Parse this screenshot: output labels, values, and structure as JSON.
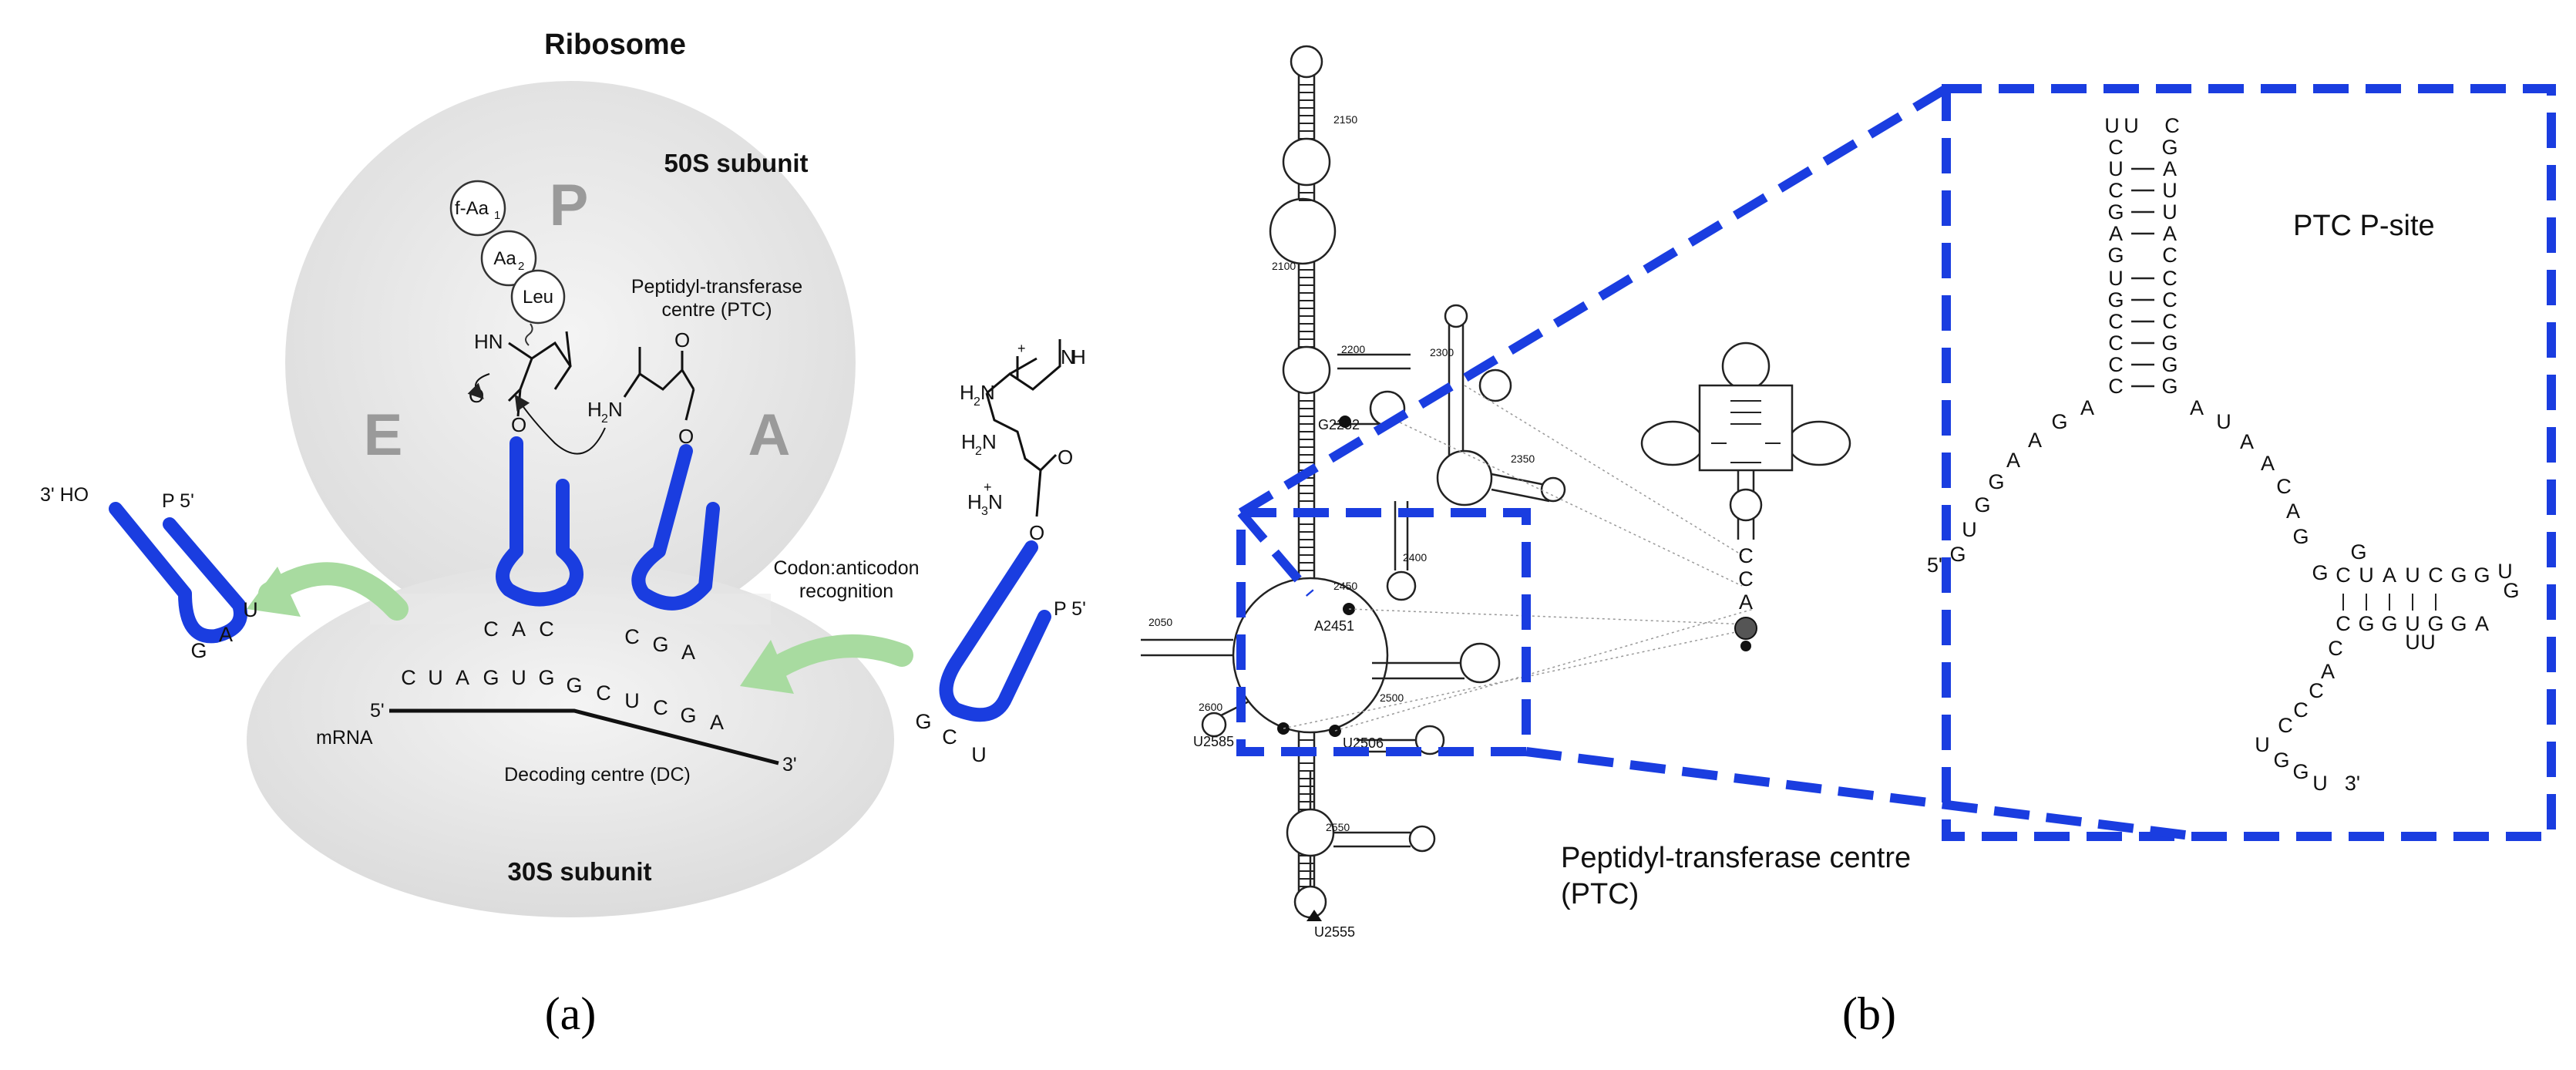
{
  "panel_a": {
    "title": "Ribosome",
    "large_subunit": "50S subunit",
    "small_subunit": "30S subunit",
    "site_p": "P",
    "site_e": "E",
    "site_a": "A",
    "ptc_line1": "Peptidyl-transferase",
    "ptc_line2": "centre (PTC)",
    "dc_label": "Decoding centre (DC)",
    "codon_line1": "Codon:anticodon",
    "codon_line2": "recognition",
    "mrna_label": "mRNA",
    "mrna_5": "5'",
    "mrna_3": "3'",
    "mrna_bases": [
      "C",
      "U",
      "A",
      "G",
      "U",
      "G",
      "G",
      "C",
      "U",
      "C",
      "G",
      "A"
    ],
    "p_anticodon": [
      "C",
      "A",
      "C"
    ],
    "a_anticodon": [
      "C",
      "G",
      "A"
    ],
    "incoming_anticodon": [
      "G",
      "C",
      "U"
    ],
    "exiting_anticodon": [
      "G",
      "A",
      "U"
    ],
    "three_ho": "3' HO",
    "p5_left": "P 5'",
    "p5_right": "P 5'",
    "chain": {
      "aa1": "f-Aa",
      "aa1_sub": "1",
      "aa2": "Aa",
      "aa2_sub": "2",
      "leu": "Leu"
    },
    "chem": {
      "hn": "HN",
      "h2n": "H",
      "h2n_sub": "2",
      "h2n_n": "N",
      "o": "O",
      "nh": "N",
      "nh_h": "H"
    },
    "arg": {
      "h2n_top": "H",
      "h2n_top_sub": "2",
      "h2n_top_n": "N",
      "h2n_mid": "H",
      "h2n_mid_sub": "2",
      "h2n_mid_n": "N",
      "h3n": "H",
      "h3n_sub": "3",
      "h3n_n": "N",
      "plus": "+"
    },
    "caption": "(a)"
  },
  "panel_b": {
    "ptc_line1": "Peptidyl-transferase centre",
    "ptc_line2": "(PTC)",
    "ptc_psite": "PTC P-site",
    "residues": [
      "G2252",
      "A2451",
      "U2585",
      "U2506",
      "U2555"
    ],
    "numbers": [
      "2150",
      "2100",
      "2200",
      "2300",
      "2350",
      "2400",
      "2050",
      "2450",
      "2500",
      "2600",
      "2550"
    ],
    "cca": [
      "C",
      "C",
      "A"
    ],
    "caption": "(b)",
    "hairpin": {
      "stem_left": [
        "C",
        "U",
        "C",
        "G",
        "A",
        "G",
        "U",
        "G",
        "C",
        "C",
        "C",
        "C"
      ],
      "stem_right": [
        "G",
        "A",
        "U",
        "U",
        "A",
        "C",
        "C",
        "C",
        "C",
        "G",
        "G",
        "G"
      ],
      "loop": [
        "U",
        "U",
        "C"
      ],
      "left_arm": [
        "A",
        "G",
        "A",
        "A",
        "G",
        "G",
        "U",
        "G"
      ],
      "right_arm": [
        "A",
        "U",
        "A",
        "A",
        "C",
        "A",
        "G"
      ],
      "five_prime": "5'",
      "three_prime": "3'",
      "red_tail": [
        "U",
        "G",
        "G",
        "U"
      ]
    }
  },
  "colors": {
    "blue": "#1a3de0",
    "green_arrow": "#a8dba0",
    "ribosome_gray": "#e4e4e4",
    "site_letter_gray": "#9a9a9a",
    "red": "#d03030"
  }
}
